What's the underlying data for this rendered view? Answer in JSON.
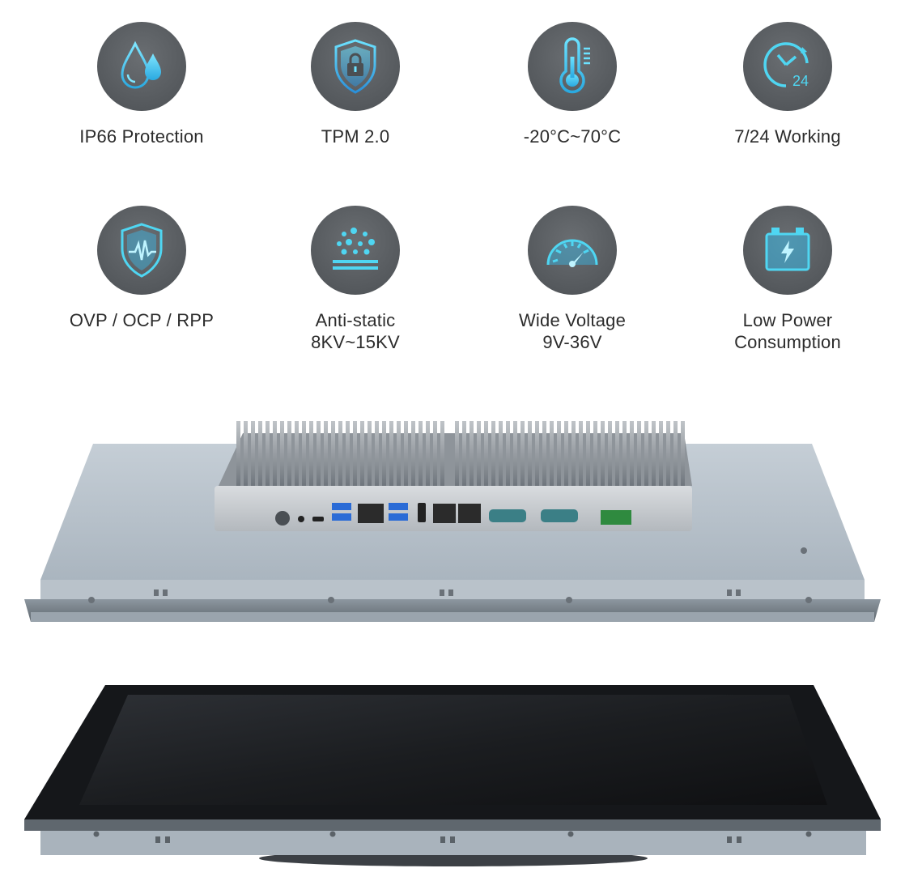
{
  "features": [
    {
      "icon": "water-drop-icon",
      "lines": [
        "IP66 Protection"
      ]
    },
    {
      "icon": "tpm-lock-shield-icon",
      "lines": [
        "TPM 2.0"
      ]
    },
    {
      "icon": "thermometer-icon",
      "lines": [
        "-20°C~70°C"
      ]
    },
    {
      "icon": "clock-24-icon",
      "lines": [
        "7/24 Working"
      ]
    },
    {
      "icon": "surge-shield-icon",
      "lines": [
        "OVP / OCP / RPP"
      ]
    },
    {
      "icon": "static-particles-icon",
      "lines": [
        "Anti-static",
        "8KV~15KV"
      ]
    },
    {
      "icon": "voltage-gauge-icon",
      "lines": [
        "Wide Voltage",
        "9V-36V"
      ]
    },
    {
      "icon": "battery-icon",
      "lines": [
        "Low Power",
        "Consumption"
      ]
    }
  ],
  "colors": {
    "icon_circle": "#55595d",
    "icon_accent": "#4fd6f2",
    "label_text": "#2c2c2c",
    "chassis": "#b7c1ca",
    "heatsink": "#9aa0a6",
    "screen": "#1b1d20"
  }
}
